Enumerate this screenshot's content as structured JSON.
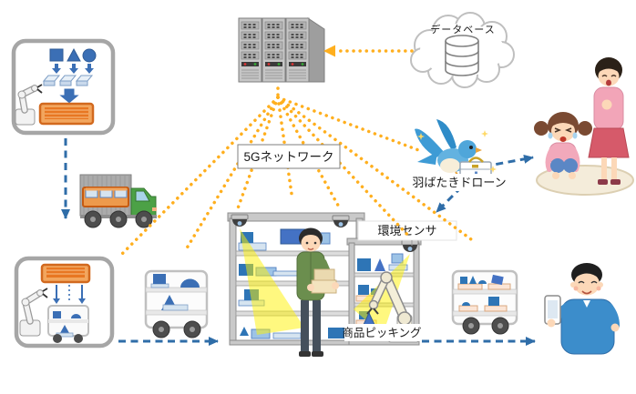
{
  "diagram": {
    "labels": {
      "network": "5Gネットワーク",
      "database": "データベース",
      "drone": "羽ばたきドローン",
      "sensor": "環境センサ",
      "picking": "商品ピッキング"
    },
    "colors": {
      "network_dotted_line": "#FFAF1E",
      "flow_dashed_arrow": "#2F6DA8",
      "camera_beam": "#FFF200",
      "station_box_border": "#A6A6A6",
      "item_blue": "#2E75B6",
      "tray_orange": "#ED7D31",
      "label_background": "#FFFFFF"
    },
    "icons": {
      "sorting_station": "robot-arm-sorting-icon",
      "server_rack": "server-racks-icon",
      "database_cloud": "database-cloud-icon",
      "truck": "delivery-truck-icon",
      "unloading_station": "robot-arm-unloading-icon",
      "agv_cart": "agv-cart-icon",
      "store_shelf": "store-shelf-icon",
      "dome_camera": "dome-camera-icon",
      "picking_robot": "robot-arm-picking-icon",
      "delivery_cart": "delivery-cart-icon",
      "staff": "store-staff-icon",
      "drone": "bird-drone-icon",
      "mother_child": "mother-and-crying-child-icon",
      "customer": "customer-with-smartphone-icon"
    }
  }
}
